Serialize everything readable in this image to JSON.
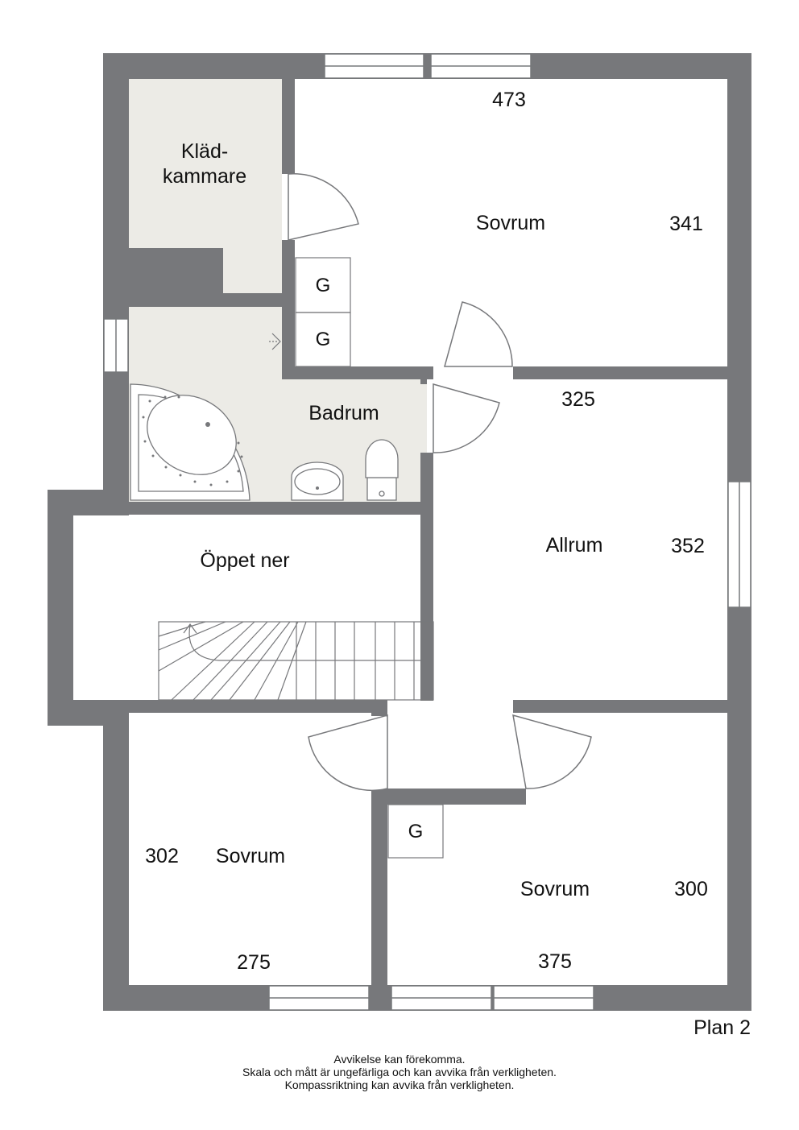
{
  "colors": {
    "wall": "#77787b",
    "wet_room": "#ecebe6",
    "background": "#ffffff",
    "line": "#77787b"
  },
  "rooms": {
    "wardrobe_line1": "Kläd-",
    "wardrobe_line2": "kammare",
    "bedroom_top": "Sovrum",
    "bathroom": "Badrum",
    "open_below": "Öppet ner",
    "family_room": "Allrum",
    "bedroom_left": "Sovrum",
    "bedroom_right": "Sovrum"
  },
  "dimensions": {
    "bedroom_top_width": "473",
    "bedroom_top_depth": "341",
    "family_room_width": "325",
    "family_room_depth": "352",
    "bedroom_left_depth": "302",
    "bedroom_left_width": "275",
    "bedroom_right_depth": "300",
    "bedroom_right_width": "375"
  },
  "closets": {
    "g1": "G",
    "g2": "G",
    "g3": "G"
  },
  "plan_name": "Plan 2",
  "disclaimer": [
    "Avvikelse kan förekomma.",
    "Skala och mått är ungefärliga och kan avvika från verkligheten.",
    "Kompassriktning kan avvika från verkligheten."
  ]
}
